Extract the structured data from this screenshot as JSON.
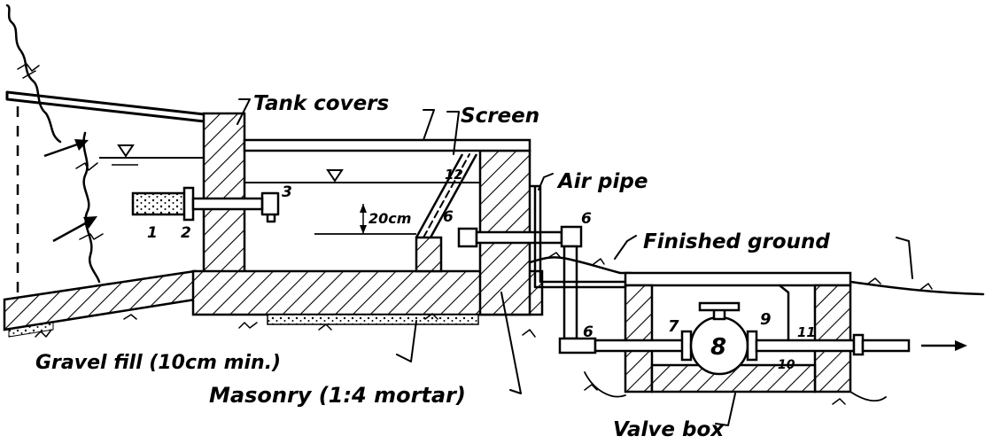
{
  "labels": {
    "tank_covers": "Tank covers",
    "screen": "Screen",
    "air_pipe": "Air pipe",
    "finished_ground": "Finished ground",
    "depth": "20cm",
    "gravel_fill": "Gravel fill (10cm min.)",
    "masonry": "Masonry (1:4 mortar)",
    "valve_box": "Valve box"
  },
  "part_numbers": {
    "n1": "1",
    "n2": "2",
    "n3": "3",
    "n6a": "6",
    "n6b": "6",
    "n6c": "6",
    "n7": "7",
    "n8": "8",
    "n9": "9",
    "n10": "10",
    "n11": "11",
    "n12": "12"
  }
}
